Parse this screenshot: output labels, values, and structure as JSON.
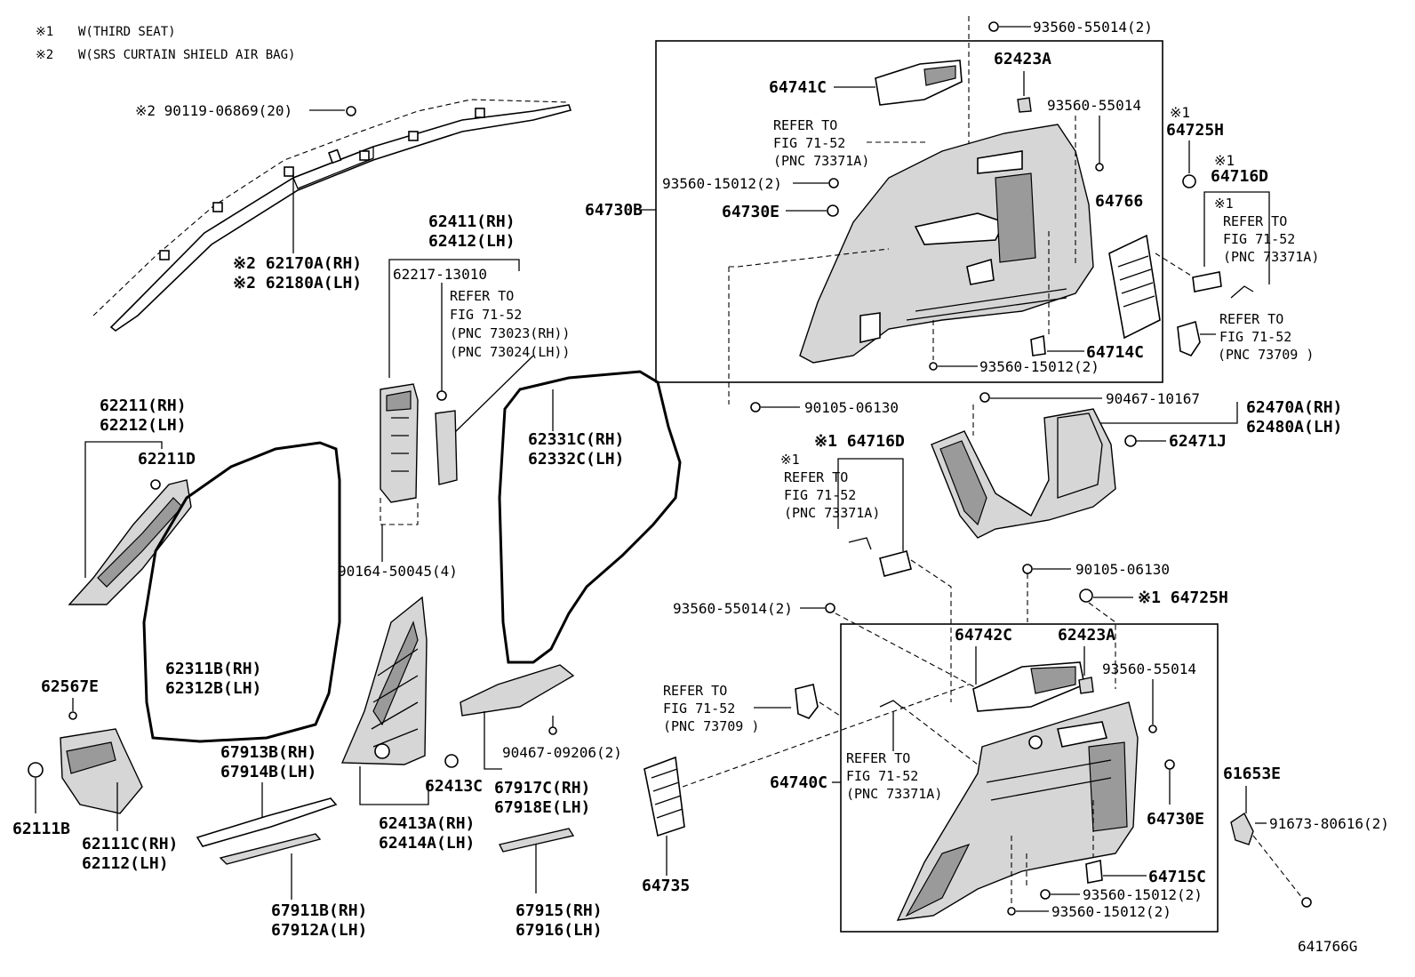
{
  "notes": [
    {
      "mark": "※1",
      "text": "W(THIRD SEAT)"
    },
    {
      "mark": "※2",
      "text": "W(SRS CURTAIN SHIELD AIR BAG)"
    }
  ],
  "labels": {
    "c90119": "※2 90119-06869(20)",
    "c62170a": "※2  62170A(RH)",
    "c62180a": "※2  62180A(LH)",
    "c62411": "62411(RH)",
    "c62412": "62412(LH)",
    "c62217": "62217-13010",
    "ref73023_1": "REFER TO",
    "ref73023_2": "FIG 71-52",
    "ref73023_3": "(PNC 73023(RH))",
    "ref73023_4": "(PNC 73024(LH))",
    "c62211": "62211(RH)",
    "c62212": "62212(LH)",
    "c62211d": "62211D",
    "c90164": "90164-50045(4)",
    "c62331c": "62331C(RH)",
    "c62332c": "62332C(LH)",
    "c62311b": "62311B(RH)",
    "c62312b": "62312B(LH)",
    "c62567e": "62567E",
    "c62111b": "62111B",
    "c62111c": "62111C(RH)",
    "c62112": "62112(LH)",
    "c67913b": "67913B(RH)",
    "c67914b": "67914B(LH)",
    "c67911b": "67911B(RH)",
    "c67912a": "67912A(LH)",
    "c62413c": "62413C",
    "c62413a": "62413A(RH)",
    "c62414a": "62414A(LH)",
    "c90467_09206": "90467-09206(2)",
    "c67917c": "67917C(RH)",
    "c67918e": "67918E(LH)",
    "c67915": "67915(RH)",
    "c67916": "67916(LH)",
    "c93560_55014_2_top": "93560-55014(2)",
    "c62423a_top": "62423A",
    "c64741c": "64741C",
    "c93560_55014_top": "93560-55014",
    "refA1": "REFER TO",
    "refA2": "FIG 71-52",
    "refA3": "(PNC 73371A)",
    "c93560_15012_2_a": "93560-15012(2)",
    "c64730b": "64730B",
    "c64730e_top": "64730E",
    "c64766": "64766",
    "c64714c": "64714C",
    "c93560_15012_2_b": "93560-15012(2)",
    "c90105_06130_a": "90105-06130",
    "m64725h": "※1",
    "c64725h_top": "64725H",
    "m64716d": "※1",
    "c64716d_top": "64716D",
    "refB0": "※1",
    "refB1": "REFER TO",
    "refB2": "FIG 71-52",
    "refB3": "(PNC 73371A)",
    "refC1": "REFER TO",
    "refC2": "FIG 71-52",
    "refC3": "(PNC 73709 )",
    "c90467_10167": "90467-10167",
    "c62470a": "62470A(RH)",
    "c62480a": "62480A(LH)",
    "c62471j": "62471J",
    "c64716d_mid": "※1 64716D",
    "refD0": "※1",
    "refD1": "REFER TO",
    "refD2": "FIG 71-52",
    "refD3": "(PNC 73371A)",
    "c90105_06130_b": "90105-06130",
    "c64725h_mid": "※1 64725H",
    "c93560_55014_2_mid": "93560-55014(2)",
    "c64742c": "64742C",
    "c62423a_bot": "62423A",
    "c93560_55014_bot": "93560-55014",
    "refE1": "REFER TO",
    "refE2": "FIG 71-52",
    "refE3": "(PNC 73709 )",
    "refF1": "REFER TO",
    "refF2": "FIG 71-52",
    "refF3": "(PNC 73371A)",
    "c64740c": "64740C",
    "c64730e_bot": "64730E",
    "c64735": "64735",
    "c64715c": "64715C",
    "c93560_15012_2_c": "93560-15012(2)",
    "c93560_15012_2_d": "93560-15012(2)",
    "c61653e": "61653E",
    "c91673": "91673-80616(2)",
    "fig_id": "641766G"
  }
}
